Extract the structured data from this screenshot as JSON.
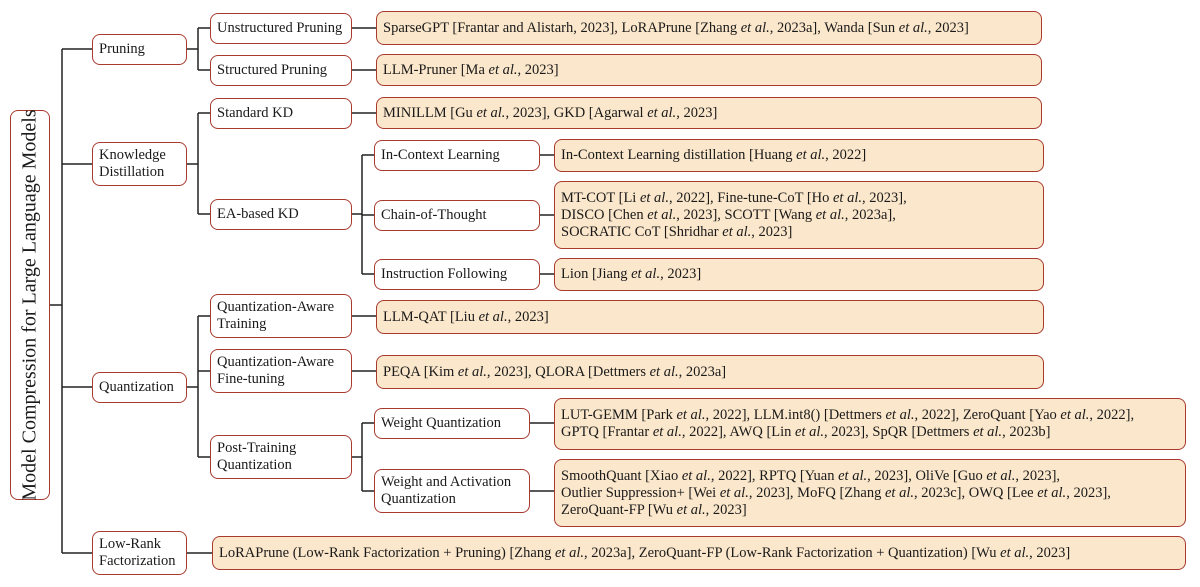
{
  "root": "Model Compression for Large Language Models",
  "categories": {
    "pruning": "Pruning",
    "kd": [
      "Knowledge",
      "Distillation"
    ],
    "quantization": "Quantization",
    "lowrank": [
      "Low-Rank",
      "Factorization"
    ]
  },
  "subcategories": {
    "unstructured": "Unstructured Pruning",
    "structured": "Structured Pruning",
    "standard_kd": "Standard KD",
    "ea_kd": "EA-based KD",
    "qat": [
      "Quantization-Aware",
      "Training"
    ],
    "qaf": [
      "Quantization-Aware",
      "Fine-tuning"
    ],
    "ptq": [
      "Post-Training",
      "Quantization"
    ]
  },
  "subsub": {
    "icl": "In-Context Learning",
    "cot": "Chain-of-Thought",
    "instr": "Instruction Following",
    "weight_q": "Weight Quantization",
    "wa_q": [
      "Weight and Activation",
      "Quantization"
    ]
  },
  "leaves": {
    "unstructured": [
      "SparseGPT [Frantar and Alistarh, 2023], LoRAPrune [Zhang <em>et al.</em>, 2023a], Wanda [Sun <em>et al.</em>, 2023]"
    ],
    "structured": [
      "LLM-Pruner [Ma <em>et al.</em>, 2023]"
    ],
    "standard_kd": [
      "MINILLM [Gu <em>et al.</em>, 2023], GKD [Agarwal <em>et al.</em>, 2023]"
    ],
    "icl": [
      "In-Context Learning distillation [Huang <em>et al.</em>, 2022]"
    ],
    "cot": [
      "MT-COT [Li <em>et al.</em>, 2022], Fine-tune-CoT [Ho <em>et al.</em>, 2023],",
      "DISCO [Chen <em>et al.</em>, 2023], SCOTT [Wang <em>et al.</em>, 2023a],",
      "SOCRATIC CoT [Shridhar <em>et al.</em>, 2023]"
    ],
    "instr": [
      "Lion [Jiang <em>et al.</em>, 2023]"
    ],
    "qat": [
      "LLM-QAT [Liu <em>et al.</em>, 2023]"
    ],
    "qaf": [
      "PEQA [Kim <em>et al.</em>, 2023], QLORA [Dettmers <em>et al.</em>, 2023a]"
    ],
    "weight_q": [
      "LUT-GEMM [Park <em>et al.</em>, 2022], LLM.int8() [Dettmers <em>et al.</em>, 2022], ZeroQuant [Yao <em>et al.</em>, 2022],",
      "GPTQ [Frantar <em>et al.</em>, 2022], AWQ [Lin <em>et al.</em>, 2023], SpQR [Dettmers <em>et al.</em>, 2023b]"
    ],
    "wa_q": [
      "SmoothQuant [Xiao <em>et al.</em>, 2022], RPTQ [Yuan <em>et al.</em>, 2023], OliVe [Guo <em>et al.</em>, 2023],",
      "Outlier Suppression+ [Wei <em>et al.</em>, 2023], MoFQ [Zhang <em>et al.</em>, 2023c], OWQ [Lee <em>et al.</em>, 2023],",
      "ZeroQuant-FP [Wu <em>et al.</em>, 2023]"
    ],
    "lowrank": [
      "LoRAPrune (Low-Rank Factorization + Pruning) [Zhang <em>et al.</em>, 2023a], ZeroQuant-FP (Low-Rank Factorization + Quantization) [Wu <em>et al.</em>, 2023]"
    ]
  },
  "colors": {
    "border": "#a83a2e",
    "leaf_fill": "#fbe7cb",
    "line": "#222222"
  }
}
